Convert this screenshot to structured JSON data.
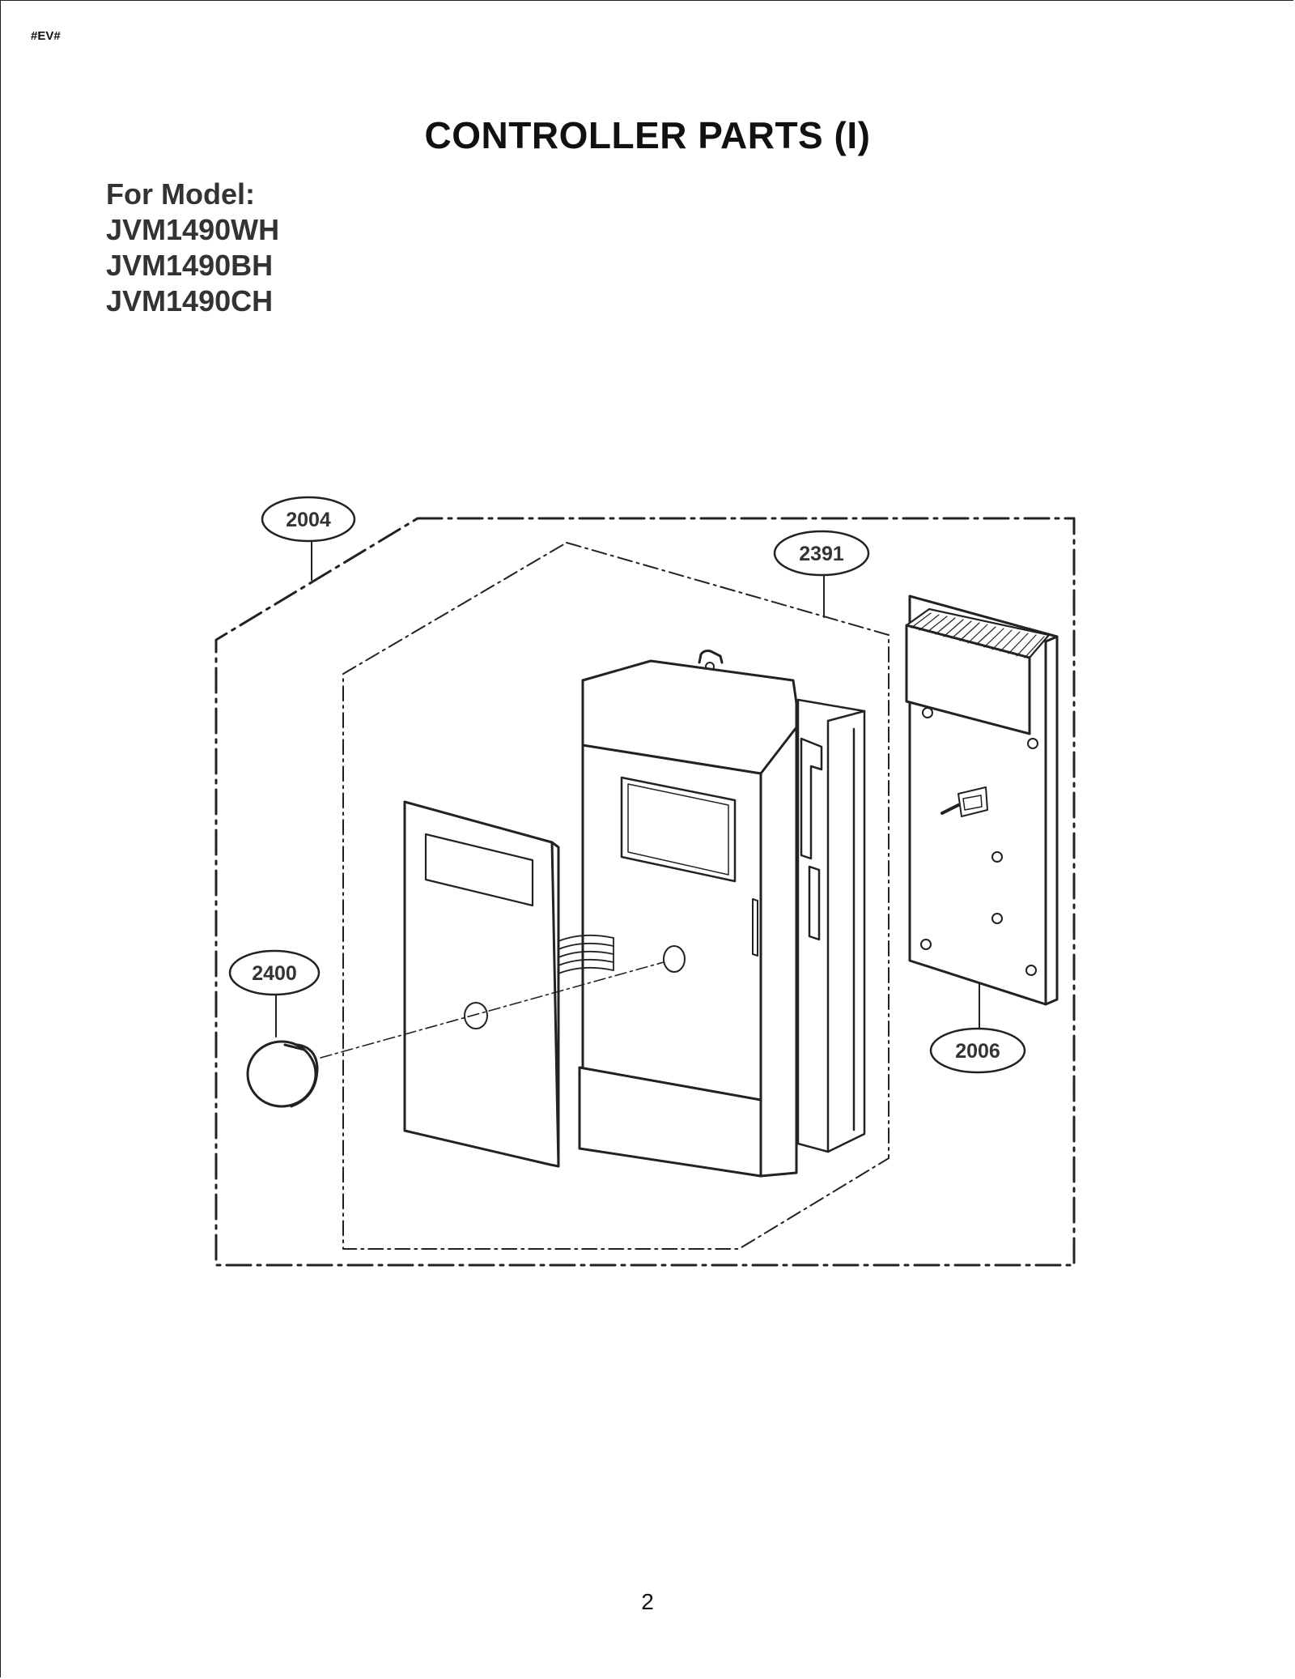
{
  "header": {
    "doc_code": "#EV#",
    "title": "CONTROLLER PARTS (I)"
  },
  "models": {
    "label": "For Model:",
    "list": [
      "JVM1490WH",
      "JVM1490BH",
      "JVM1490CH"
    ]
  },
  "callouts": {
    "assembly": "2004",
    "control_panel": "2391",
    "knob": "2400",
    "pcb": "2006"
  },
  "footer": {
    "page_number": "2"
  }
}
